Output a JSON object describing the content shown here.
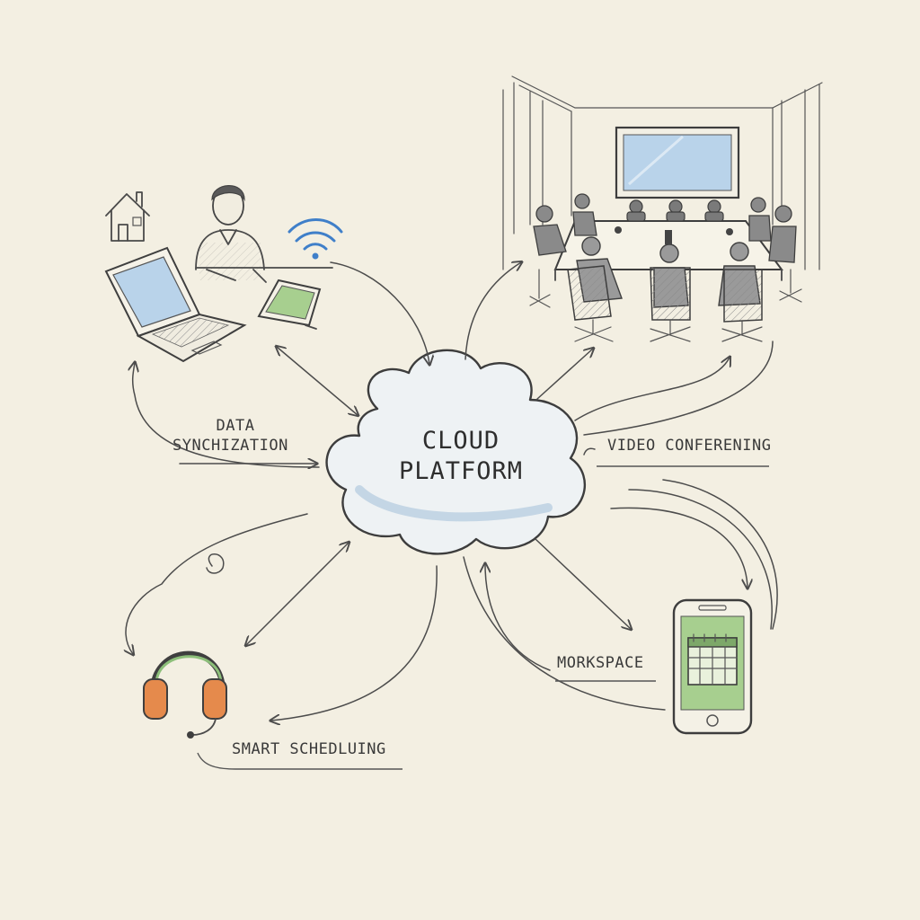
{
  "center": {
    "line1": "CLOUD",
    "line2": "PLATFORM"
  },
  "labels": {
    "data_sync_line1": "DATA",
    "data_sync_line2": "SYNCHIZATION",
    "video": "VIDEO CONFERENING",
    "workspace": "MORKSPACE",
    "scheduling": "SMART SCHEDLUING"
  },
  "icons": [
    "house-icon",
    "person-icon",
    "wifi-icon",
    "laptop-icon",
    "tablet-icon",
    "conference-room-icon",
    "headset-icon",
    "smartphone-icon",
    "calendar-icon",
    "cloud-icon"
  ],
  "colors": {
    "background": "#f3efe2",
    "ink": "#3a3a3a",
    "wifi": "#3f7fc9",
    "screen_blue": "#b9d3ea",
    "screen_green": "#a7cf8f",
    "headset_orange": "#e58a4c",
    "headset_green": "#8dbf7a"
  }
}
